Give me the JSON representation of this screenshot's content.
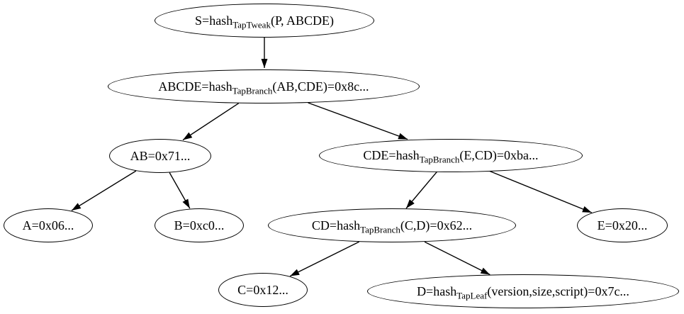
{
  "diagram": {
    "type": "tree",
    "description": "Taproot merkle tree of tapleaf/tapbranch hashes",
    "background_color": "#ffffff",
    "line_color": "#000000",
    "text_color": "#000000",
    "nodes": [
      {
        "id": "S",
        "label_parts": [
          {
            "text": "S=hash"
          },
          {
            "text": "TapTweak",
            "sub": true
          },
          {
            "text": "(P, ABCDE)"
          }
        ]
      },
      {
        "id": "ABCDE",
        "label_parts": [
          {
            "text": "ABCDE=hash"
          },
          {
            "text": "TapBranch",
            "sub": true
          },
          {
            "text": "(AB,CDE)=0x8c..."
          }
        ]
      },
      {
        "id": "AB",
        "label_parts": [
          {
            "text": "AB=0x71..."
          }
        ]
      },
      {
        "id": "CDE",
        "label_parts": [
          {
            "text": "CDE=hash"
          },
          {
            "text": "TapBranch",
            "sub": true
          },
          {
            "text": "(E,CD)=0xba..."
          }
        ]
      },
      {
        "id": "A",
        "label_parts": [
          {
            "text": "A=0x06..."
          }
        ]
      },
      {
        "id": "B",
        "label_parts": [
          {
            "text": "B=0xc0..."
          }
        ]
      },
      {
        "id": "CD",
        "label_parts": [
          {
            "text": "CD=hash"
          },
          {
            "text": "TapBranch",
            "sub": true
          },
          {
            "text": "(C,D)=0x62..."
          }
        ]
      },
      {
        "id": "E",
        "label_parts": [
          {
            "text": "E=0x20..."
          }
        ]
      },
      {
        "id": "C",
        "label_parts": [
          {
            "text": "C=0x12..."
          }
        ]
      },
      {
        "id": "D",
        "label_parts": [
          {
            "text": "D=hash"
          },
          {
            "text": "TapLeaf",
            "sub": true
          },
          {
            "text": "(version,size,script)=0x7c..."
          }
        ]
      }
    ],
    "edges": [
      {
        "from": "S",
        "to": "ABCDE"
      },
      {
        "from": "ABCDE",
        "to": "AB"
      },
      {
        "from": "ABCDE",
        "to": "CDE"
      },
      {
        "from": "AB",
        "to": "A"
      },
      {
        "from": "AB",
        "to": "B"
      },
      {
        "from": "CDE",
        "to": "CD"
      },
      {
        "from": "CDE",
        "to": "E"
      },
      {
        "from": "CD",
        "to": "C"
      },
      {
        "from": "CD",
        "to": "D"
      }
    ]
  }
}
